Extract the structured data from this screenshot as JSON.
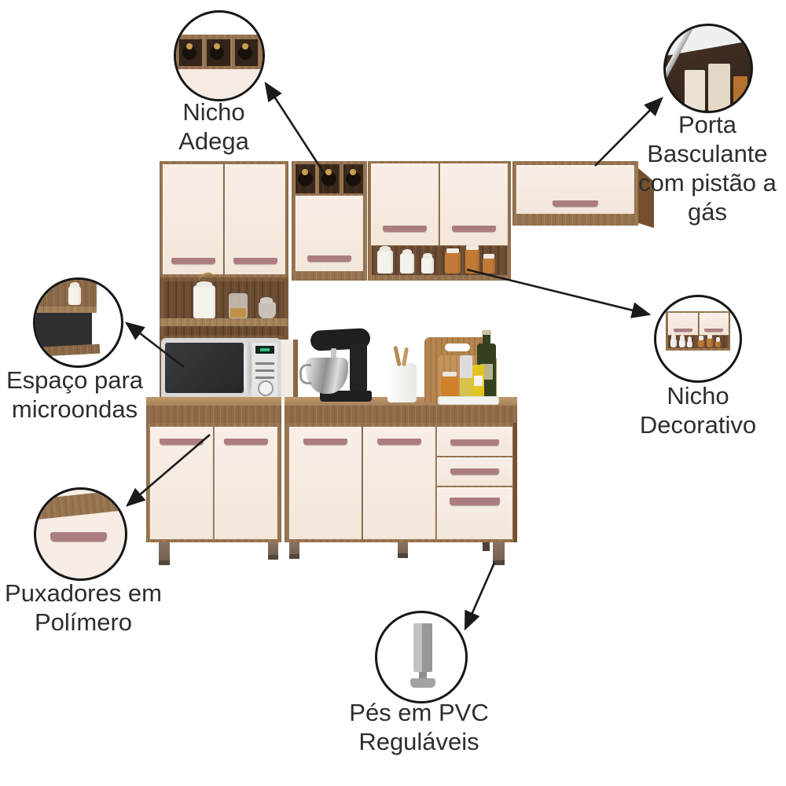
{
  "palette": {
    "background": "#ffffff",
    "wood": "#96734f",
    "wood_dark": "#6b4c33",
    "wood_counter": "#b18d63",
    "door_cream": "#f8eee6",
    "handle_mauve": "#ac7d80",
    "text": "#2e2e2e",
    "arrow": "#1a1a1a",
    "microwave_body": "#2e2f33",
    "pvc_gray": "#a9a9ad"
  },
  "callouts": {
    "adega": {
      "name": "Nicho Adega",
      "lines": [
        "Nicho",
        "Adega"
      ]
    },
    "basculante": {
      "name": "Porta Basculante com pistão a gás",
      "lines": [
        "Porta",
        "Basculante",
        "com pistão a",
        "gás"
      ]
    },
    "microondas": {
      "name": "Espaço para microondas",
      "lines": [
        "Espaço para",
        "microondas"
      ]
    },
    "decorativo": {
      "name": "Nicho Decorativo",
      "lines": [
        "Nicho",
        "Decorativo"
      ]
    },
    "puxadores": {
      "name": "Puxadores em Polímero",
      "lines": [
        "Puxadores em",
        "Polímero"
      ]
    },
    "pes": {
      "name": "Pés em PVC Reguláveis",
      "lines": [
        "Pés em PVC",
        "Reguláveis"
      ]
    }
  },
  "scene": {
    "props": [
      "wine-bottles",
      "decor-jars",
      "microwave",
      "stand-mixer",
      "utensil-crock",
      "cutting-boards",
      "oil-bottles",
      "spice-jars"
    ]
  }
}
